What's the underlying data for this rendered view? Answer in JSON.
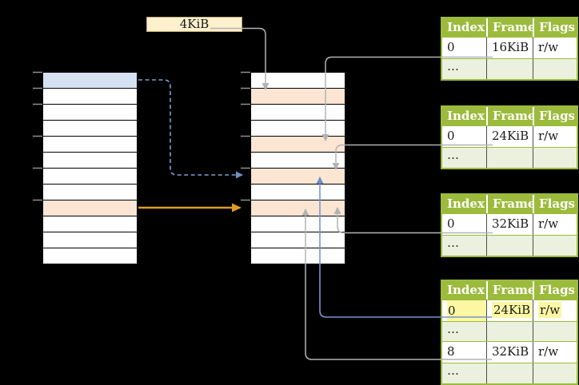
{
  "size_label": {
    "text": "4KiB"
  },
  "palette": {
    "header_green": "#9cbb3c",
    "dots_row_green": "#ebf1de",
    "peach_row": "#fce5d2",
    "blue_row": "#d5e1f3",
    "cream_label": "#fdf0cc",
    "grey_line": "#b3b3b3",
    "blue_line": "#7795ca",
    "orange_line": "#de9d20",
    "highlight_yellow": "#fbf7a3"
  },
  "virtual_memory_table": {
    "rows": [
      "blue",
      "",
      "",
      "",
      "",
      "",
      "",
      "",
      "peach",
      "",
      "",
      ""
    ],
    "tick_rows": [
      0,
      1,
      2,
      4,
      6,
      8
    ]
  },
  "physical_memory_table": {
    "rows": [
      "",
      "peach",
      "",
      "",
      "peach",
      "",
      "peach",
      "",
      "peach",
      "",
      "",
      ""
    ],
    "tick_rows": [
      0,
      1,
      2,
      4,
      6,
      8
    ]
  },
  "frame_tables": [
    {
      "headers": [
        "Index",
        "Frame",
        "Flags"
      ],
      "rows": [
        {
          "type": "data",
          "cells": [
            "0",
            "16KiB",
            "r/w"
          ],
          "highlight": false
        },
        {
          "type": "dots",
          "cells": [
            "…",
            "",
            ""
          ],
          "highlight": false
        }
      ]
    },
    {
      "headers": [
        "Index",
        "Frame",
        "Flags"
      ],
      "rows": [
        {
          "type": "data",
          "cells": [
            "0",
            "24KiB",
            "r/w"
          ],
          "highlight": false
        },
        {
          "type": "dots",
          "cells": [
            "…",
            "",
            ""
          ],
          "highlight": false
        }
      ]
    },
    {
      "headers": [
        "Index",
        "Frame",
        "Flags"
      ],
      "rows": [
        {
          "type": "data",
          "cells": [
            "0",
            "32KiB",
            "r/w"
          ],
          "highlight": false
        },
        {
          "type": "dots",
          "cells": [
            "…",
            "",
            ""
          ],
          "highlight": false
        }
      ]
    },
    {
      "headers": [
        "Index",
        "Frame",
        "Flags"
      ],
      "rows": [
        {
          "type": "data",
          "cells": [
            "0",
            "24KiB",
            "r/w"
          ],
          "highlight": true
        },
        {
          "type": "dots",
          "cells": [
            "…",
            "",
            ""
          ],
          "highlight": false
        },
        {
          "type": "data",
          "cells": [
            "8",
            "32KiB",
            "r/w"
          ],
          "highlight": false
        },
        {
          "type": "dots",
          "cells": [
            "…",
            "",
            ""
          ],
          "highlight": false
        }
      ]
    }
  ],
  "connections": [
    {
      "from": "4KiB size label",
      "to": "physical memory row 2",
      "style": "grey-solid-down"
    },
    {
      "from": "frame table 1 row 0 (16KiB)",
      "to": "physical memory row 5",
      "style": "grey-solid-down"
    },
    {
      "from": "frame table 2 row 0 (24KiB)",
      "to": "physical memory row 7",
      "style": "grey-solid-down"
    },
    {
      "from": "frame table 3 row 0 (32KiB)",
      "to": "physical memory row 9",
      "style": "grey-solid-up"
    },
    {
      "from": "frame table 4 row 0 (24KiB highlighted)",
      "to": "physical memory row 7",
      "style": "blue-solid-up"
    },
    {
      "from": "frame table 4 row 8 (32KiB)",
      "to": "physical memory row 9",
      "style": "grey-solid-up"
    },
    {
      "from": "virtual memory row 1 (blue)",
      "to": "physical memory row 7",
      "style": "blue-dashed-right"
    },
    {
      "from": "virtual memory row 9 (peach)",
      "to": "physical memory row 9",
      "style": "orange-solid-right"
    }
  ]
}
